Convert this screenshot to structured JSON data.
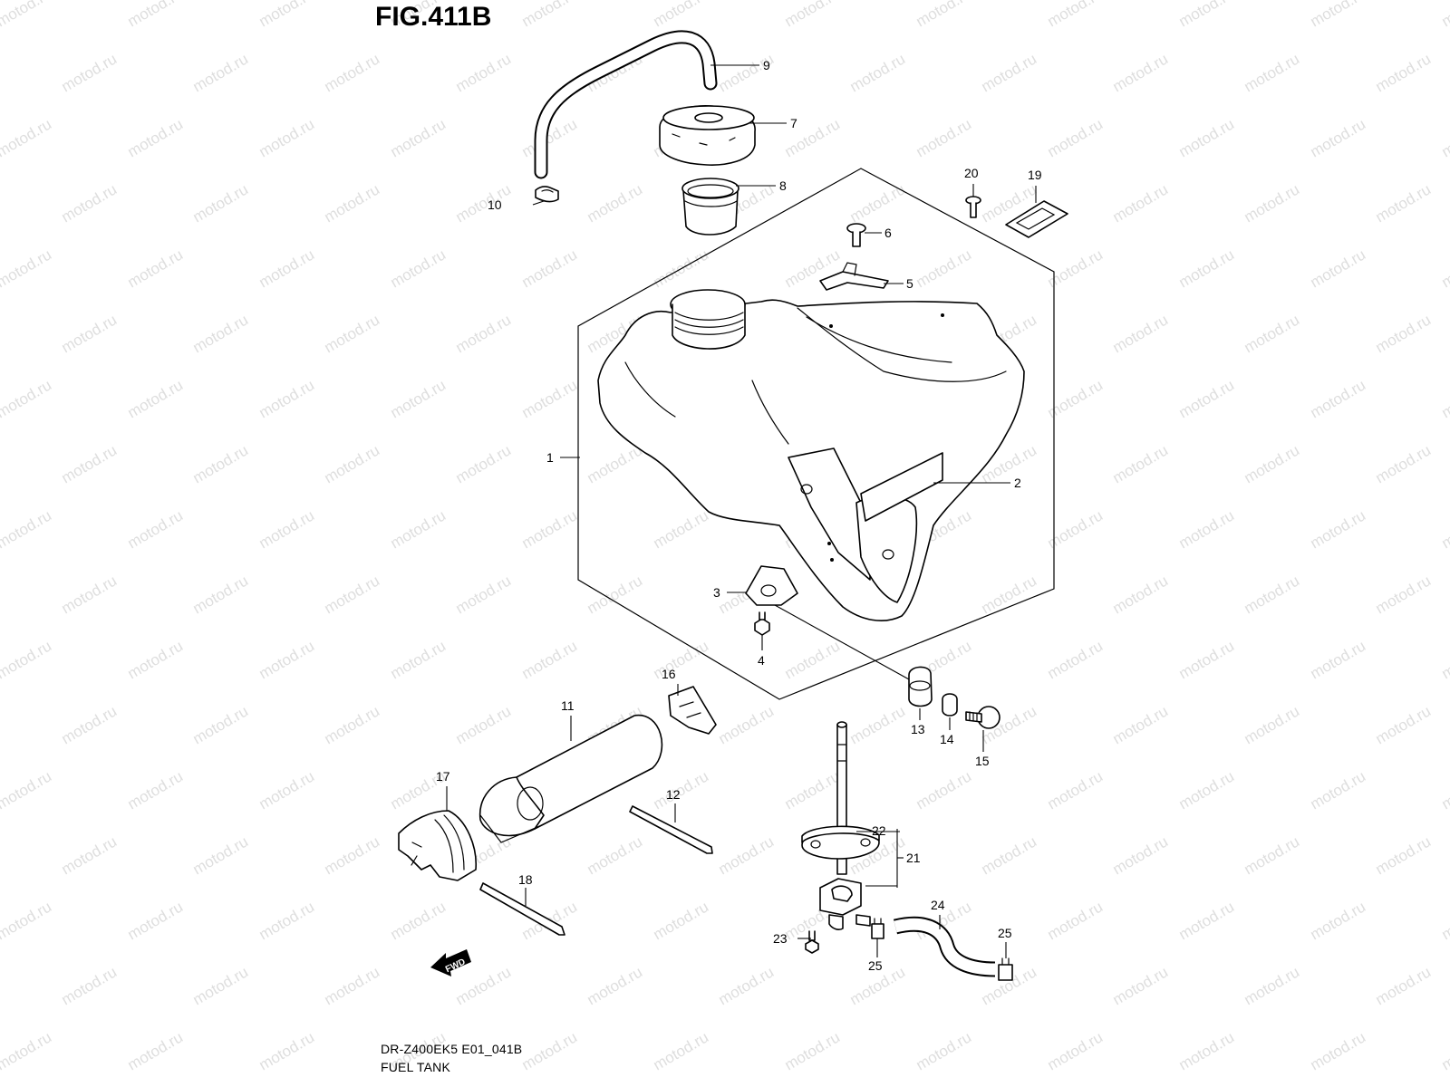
{
  "figure_title": "FIG.411B",
  "watermark_text": "motod.ru",
  "caption_model": "DR-Z400EK5 E01_041B",
  "caption_name": "FUEL TANK",
  "fwd_label": "FWD",
  "callouts": [
    "1",
    "2",
    "3",
    "4",
    "5",
    "6",
    "7",
    "8",
    "9",
    "10",
    "11",
    "12",
    "13",
    "14",
    "15",
    "16",
    "17",
    "18",
    "19",
    "20",
    "21",
    "22",
    "23",
    "24",
    "25",
    "25"
  ],
  "colors": {
    "line": "#000000",
    "watermark": "#c4c4c4",
    "background": "#ffffff"
  }
}
